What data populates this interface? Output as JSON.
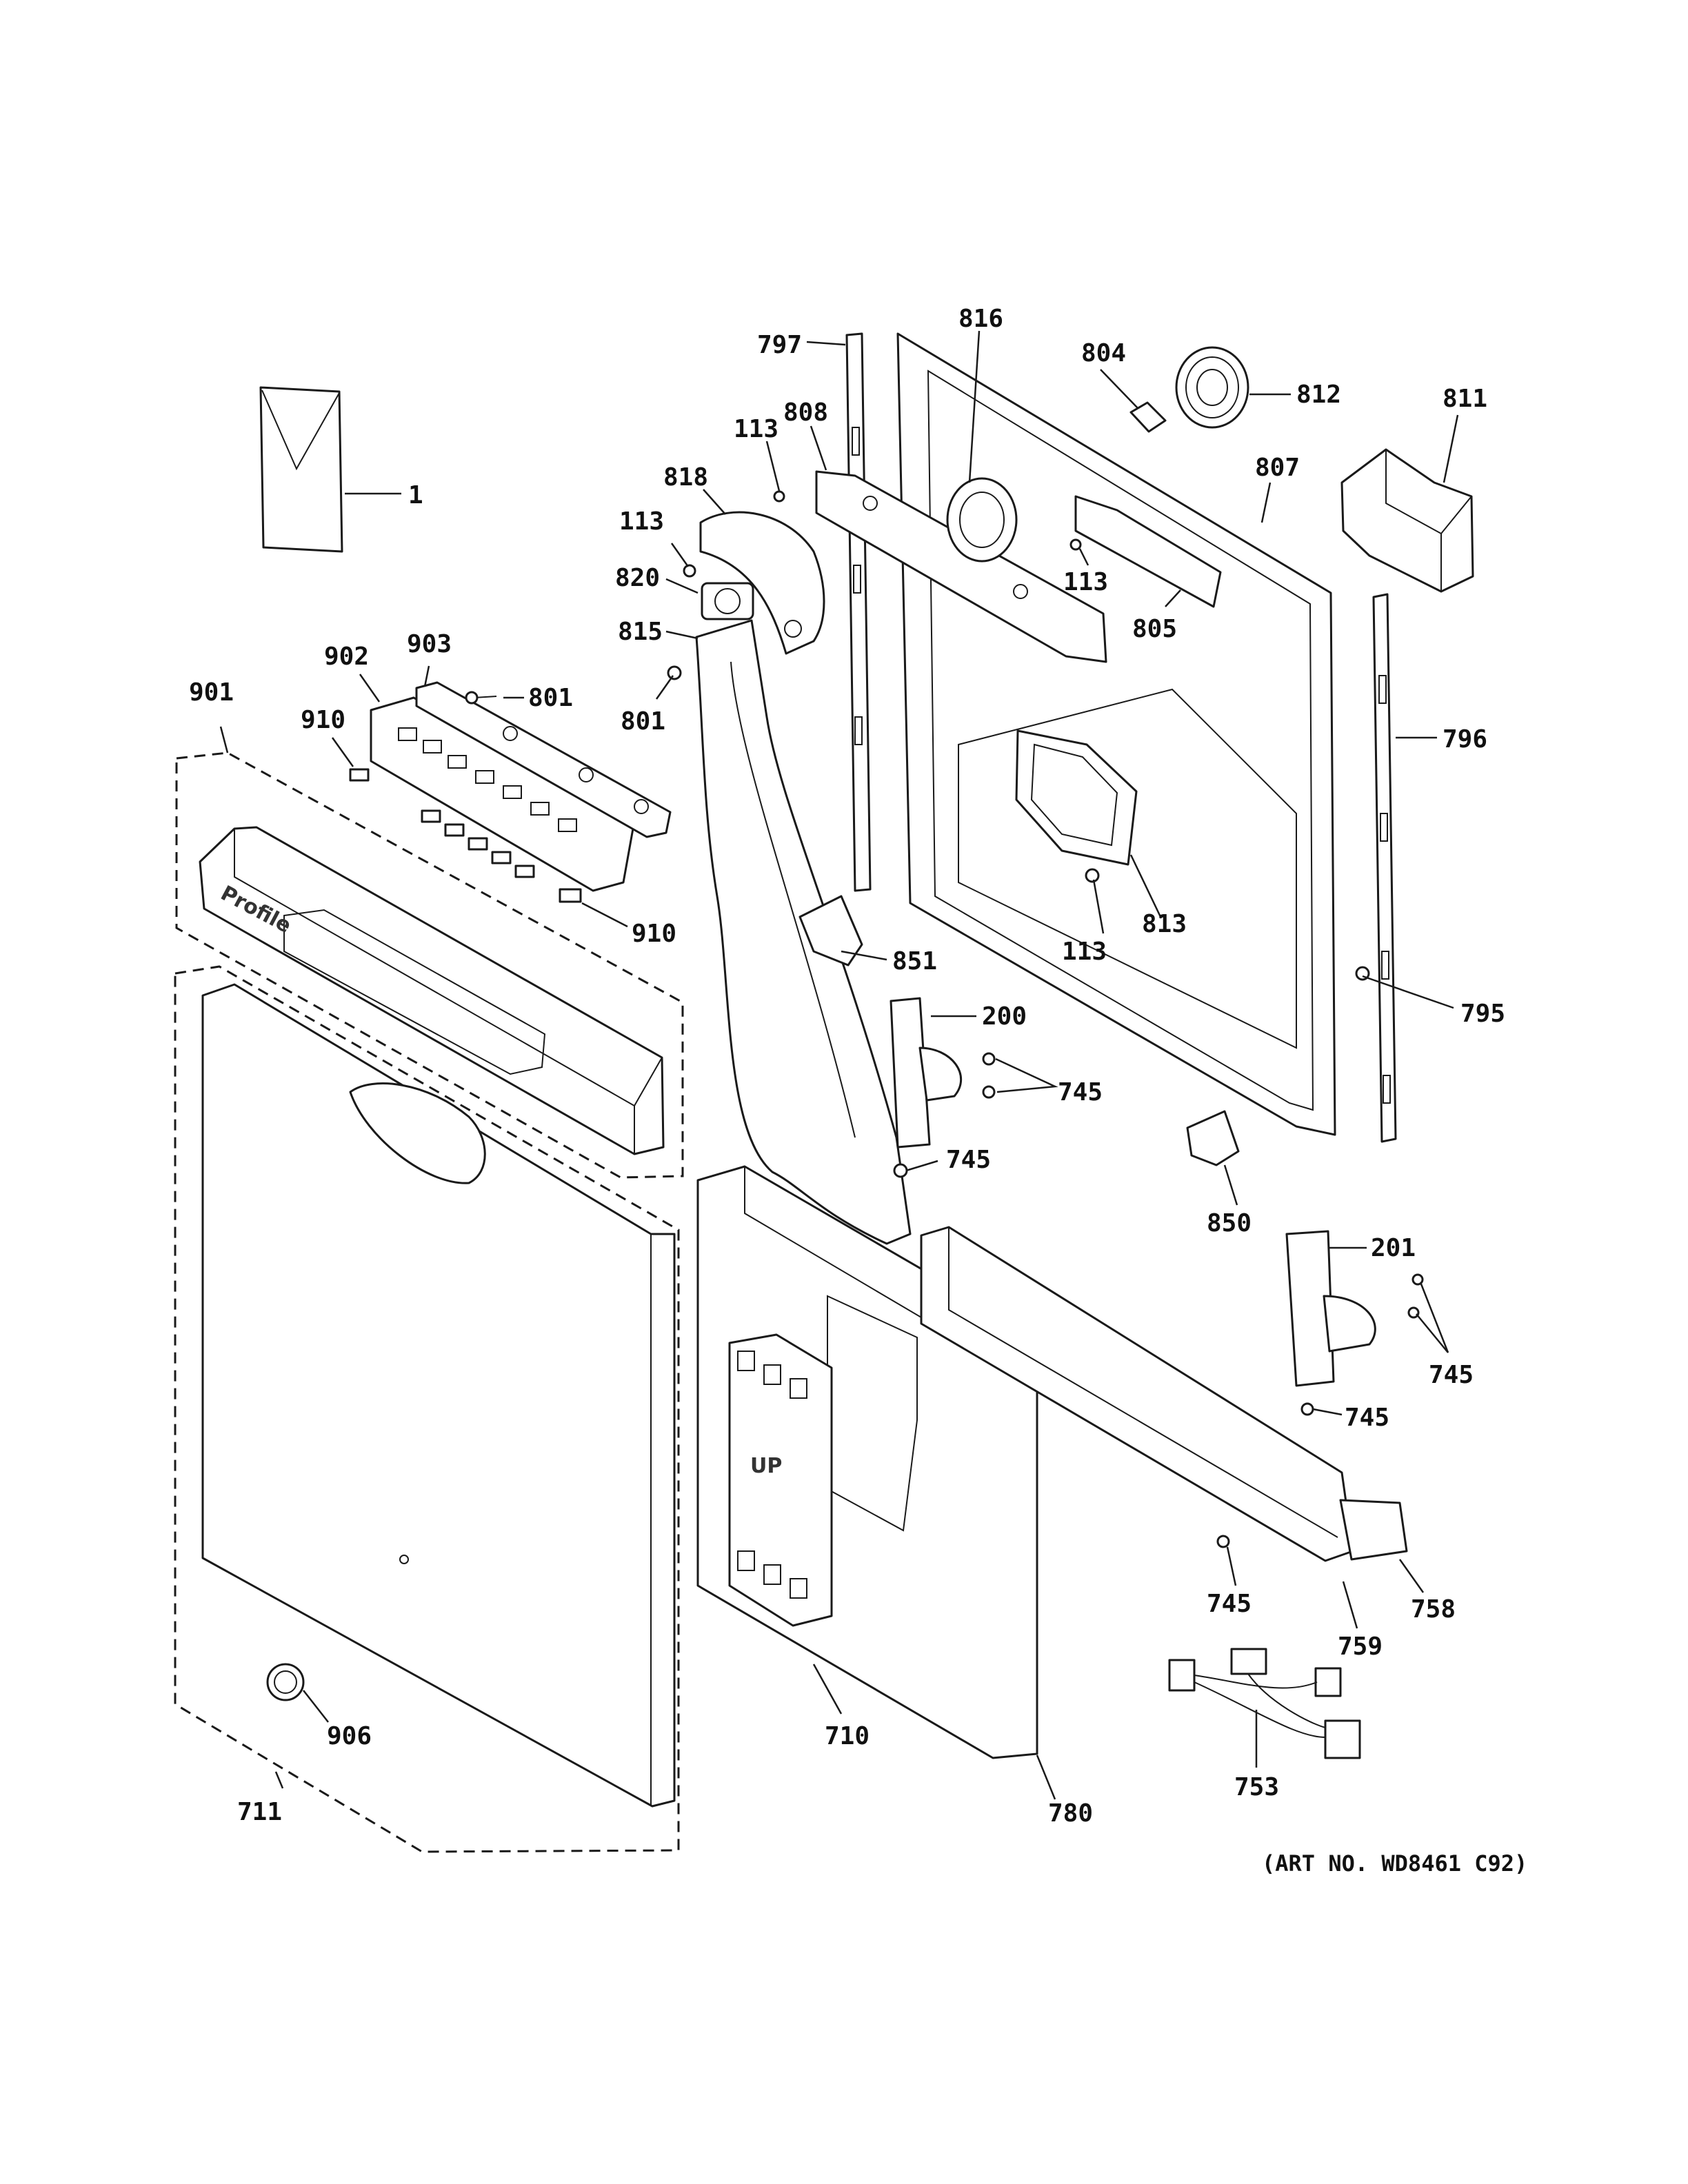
{
  "diagram": {
    "art_number": "(ART NO. WD8461 C92)",
    "embossed_text": "UP",
    "callouts": [
      {
        "id": "c-1",
        "text": "1"
      },
      {
        "id": "c-797",
        "text": "797"
      },
      {
        "id": "c-816",
        "text": "816"
      },
      {
        "id": "c-804",
        "text": "804"
      },
      {
        "id": "c-812",
        "text": "812"
      },
      {
        "id": "c-811",
        "text": "811"
      },
      {
        "id": "c-113a",
        "text": "113"
      },
      {
        "id": "c-808",
        "text": "808"
      },
      {
        "id": "c-818",
        "text": "818"
      },
      {
        "id": "c-807",
        "text": "807"
      },
      {
        "id": "c-113b",
        "text": "113"
      },
      {
        "id": "c-113c",
        "text": "113"
      },
      {
        "id": "c-820",
        "text": "820"
      },
      {
        "id": "c-805",
        "text": "805"
      },
      {
        "id": "c-815",
        "text": "815"
      },
      {
        "id": "c-903",
        "text": "903"
      },
      {
        "id": "c-902",
        "text": "902"
      },
      {
        "id": "c-801a",
        "text": "801"
      },
      {
        "id": "c-901",
        "text": "901"
      },
      {
        "id": "c-801b",
        "text": "801"
      },
      {
        "id": "c-796",
        "text": "796"
      },
      {
        "id": "c-910a",
        "text": "910"
      },
      {
        "id": "c-813",
        "text": "813"
      },
      {
        "id": "c-113d",
        "text": "113"
      },
      {
        "id": "c-910b",
        "text": "910"
      },
      {
        "id": "c-851",
        "text": "851"
      },
      {
        "id": "c-795",
        "text": "795"
      },
      {
        "id": "c-200",
        "text": "200"
      },
      {
        "id": "c-745a",
        "text": "745"
      },
      {
        "id": "c-745b",
        "text": "745"
      },
      {
        "id": "c-850",
        "text": "850"
      },
      {
        "id": "c-201",
        "text": "201"
      },
      {
        "id": "c-745c",
        "text": "745"
      },
      {
        "id": "c-745d",
        "text": "745"
      },
      {
        "id": "c-745e",
        "text": "745"
      },
      {
        "id": "c-758",
        "text": "758"
      },
      {
        "id": "c-759",
        "text": "759"
      },
      {
        "id": "c-906",
        "text": "906"
      },
      {
        "id": "c-710",
        "text": "710"
      },
      {
        "id": "c-753",
        "text": "753"
      },
      {
        "id": "c-711",
        "text": "711"
      },
      {
        "id": "c-780",
        "text": "780"
      }
    ]
  }
}
